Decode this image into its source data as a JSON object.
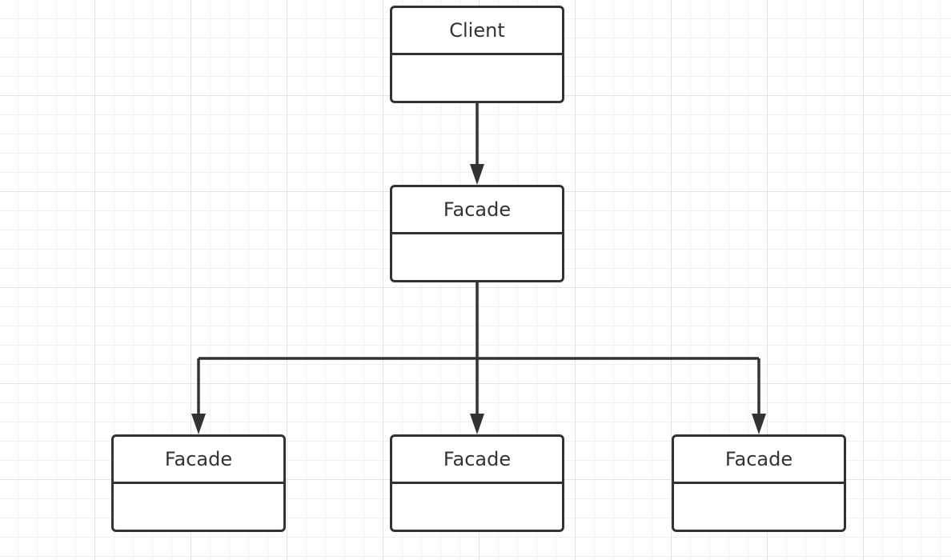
{
  "diagram": {
    "nodes": [
      {
        "id": "client",
        "name": "Client"
      },
      {
        "id": "facade",
        "name": "Facade"
      },
      {
        "id": "subsystem-1",
        "name": "Facade"
      },
      {
        "id": "subsystem-2",
        "name": "Facade"
      },
      {
        "id": "subsystem-3",
        "name": "Facade"
      }
    ],
    "edges": [
      {
        "from": "client",
        "to": "facade",
        "arrow": "filled"
      },
      {
        "from": "facade",
        "to": "subsystem-1",
        "arrow": "filled"
      },
      {
        "from": "facade",
        "to": "subsystem-2",
        "arrow": "filled"
      },
      {
        "from": "facade",
        "to": "subsystem-3",
        "arrow": "filled"
      }
    ],
    "colors": {
      "stroke": "#333333",
      "node_fill": "#ffffff",
      "text": "#333333",
      "grid_major": "#e3e3e3",
      "grid_minor": "#f1f1f1"
    }
  }
}
